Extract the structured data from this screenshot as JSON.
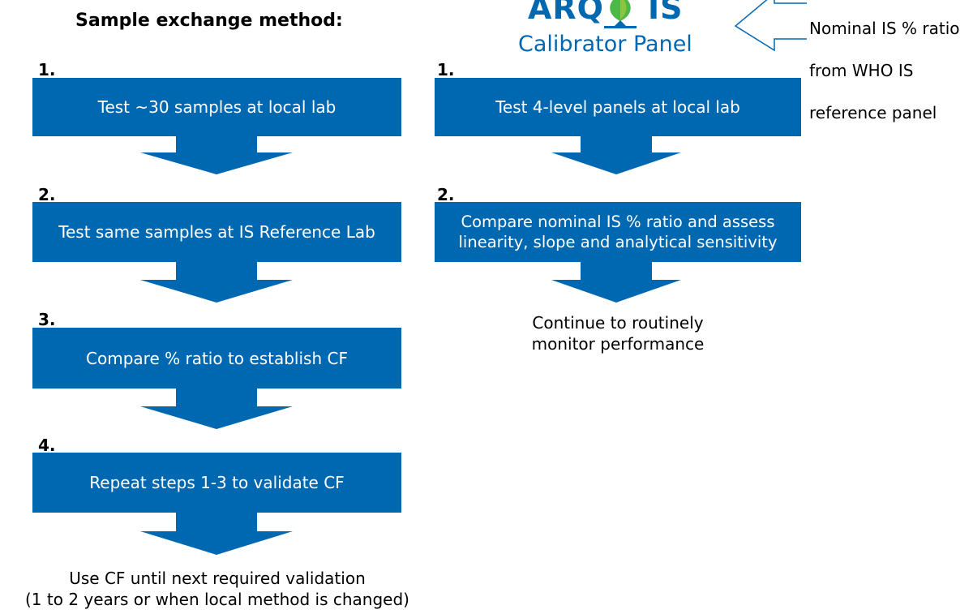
{
  "left_column": {
    "heading": "Sample exchange method:",
    "steps": [
      {
        "number": "1.",
        "text": "Test ~30 samples at local lab"
      },
      {
        "number": "2.",
        "text": "Test same samples at IS Reference Lab"
      },
      {
        "number": "3.",
        "text": "Compare % ratio to establish CF"
      },
      {
        "number": "4.",
        "text": "Repeat steps 1-3 to validate CF"
      }
    ],
    "outcome": {
      "line1": "Use CF until next required validation",
      "line2": "(1 to 2 years or when local method is changed)"
    }
  },
  "right_column": {
    "logo": {
      "text_left": "ARQ",
      "text_right": "IS",
      "subtitle": "Calibrator Panel"
    },
    "note": {
      "line1": "Nominal IS % ratio",
      "line2": "from WHO IS",
      "line3": "reference panel"
    },
    "steps": [
      {
        "number": "1.",
        "text": "Test 4-level panels at local lab"
      },
      {
        "number": "2.",
        "line1": "Compare nominal IS % ratio and assess",
        "line2": "linearity, slope and analytical sensitivity"
      }
    ],
    "outcome": {
      "line1": "Continue to routinely",
      "line2": "monitor performance"
    }
  },
  "colors": {
    "box_fill": "#0067b1",
    "box_text": "#ffffff",
    "logo_blue": "#0067b1",
    "logo_green": "#4db848"
  }
}
